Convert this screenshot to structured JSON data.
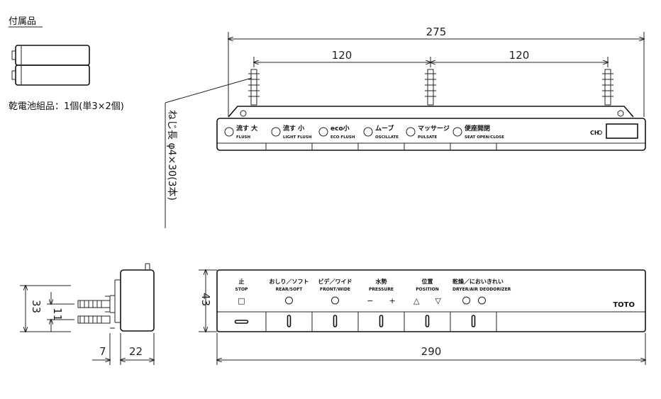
{
  "accessories": {
    "heading": "付属品",
    "battery_caption": "乾電池組品：1個(単3×2個)",
    "screw_caption": "ねじ長 φ4×30(3本)"
  },
  "dimensions": {
    "top_total": "275",
    "top_left": "120",
    "top_right": "120",
    "front_width": "290",
    "front_height": "43",
    "side_height": "33",
    "side_pitch": "11",
    "side_depth_left": "7",
    "side_depth_right": "22"
  },
  "top_buttons": [
    {
      "jp": "流す 大",
      "en": "FLUSH",
      "icon": "flush-large-icon"
    },
    {
      "jp": "流す 小",
      "en": "LIGHT FLUSH",
      "icon": "flush-small-icon"
    },
    {
      "jp": "eco小",
      "en": "ECO FLUSH",
      "icon": "eco-flush-icon"
    },
    {
      "jp": "ムーブ",
      "en": "OSCILLATE",
      "icon": "oscillate-icon"
    },
    {
      "jp": "マッサージ",
      "en": "PULSATE",
      "icon": "pulsate-icon"
    },
    {
      "jp": "便座開閉",
      "en": "SEAT OPEN/CLOSE",
      "icon": "seat-open-close-icon"
    }
  ],
  "top_indicator": "CH",
  "front_buttons": [
    {
      "jp": "止",
      "en": "STOP",
      "symbol": "□"
    },
    {
      "jp": "おしり／ソフト",
      "en": "REAR/SOFT",
      "symbol": ""
    },
    {
      "jp": "ビデ／ワイド",
      "en": "FRONT/WIDE",
      "symbol": ""
    },
    {
      "jp": "水勢",
      "en": "PRESSURE",
      "symbol": "−　　+"
    },
    {
      "jp": "位置",
      "en": "POSITION",
      "symbol": "△　　▽"
    },
    {
      "jp": "乾燥／においきれい",
      "en": "DRYER/AIR DEODORIZER",
      "symbol": ""
    }
  ],
  "brand": "TOTO"
}
